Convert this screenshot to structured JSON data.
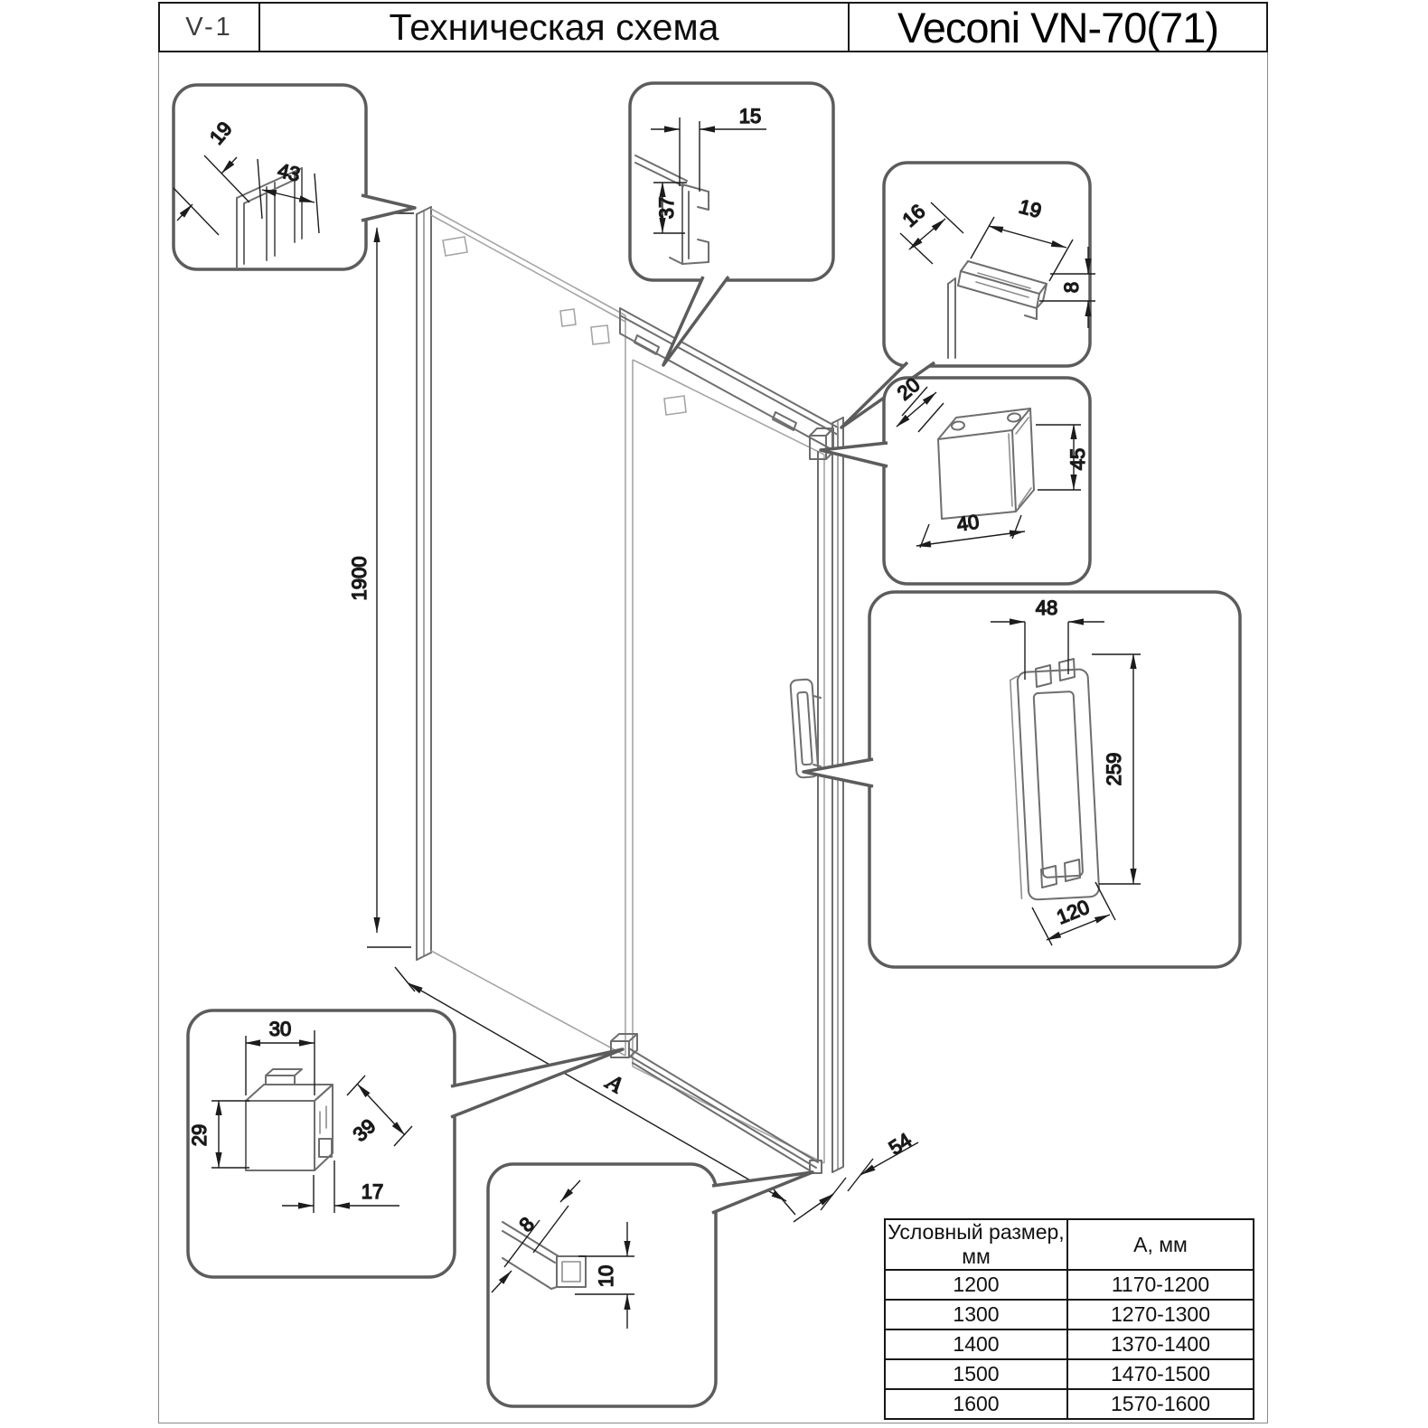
{
  "header": {
    "code": "V-1",
    "title": "Техническая схема",
    "model": "Veconi VN-70(71)"
  },
  "drawing": {
    "height": "1900",
    "width_label": "A",
    "depth": "54"
  },
  "callouts": {
    "corner_profile": {
      "d1": "19",
      "d2": "43"
    },
    "top_rail": {
      "width": "15",
      "height": "37"
    },
    "wall_profile": {
      "d1": "16",
      "d2": "19",
      "d3": "8"
    },
    "rail_bracket": {
      "d1": "20",
      "d2": "45",
      "d3": "40"
    },
    "handle": {
      "d1": "48",
      "d2": "259",
      "d3": "120"
    },
    "guide_block": {
      "d1": "30",
      "d2": "29",
      "d3": "39",
      "d4": "17"
    },
    "bottom_profile": {
      "d1": "8",
      "d2": "10"
    }
  },
  "size_table": {
    "col1": "Условный размер, мм",
    "col2": "А, мм",
    "rows": [
      [
        "1200",
        "1170-1200"
      ],
      [
        "1300",
        "1270-1300"
      ],
      [
        "1400",
        "1370-1400"
      ],
      [
        "1500",
        "1470-1500"
      ],
      [
        "1600",
        "1570-1600"
      ]
    ]
  }
}
